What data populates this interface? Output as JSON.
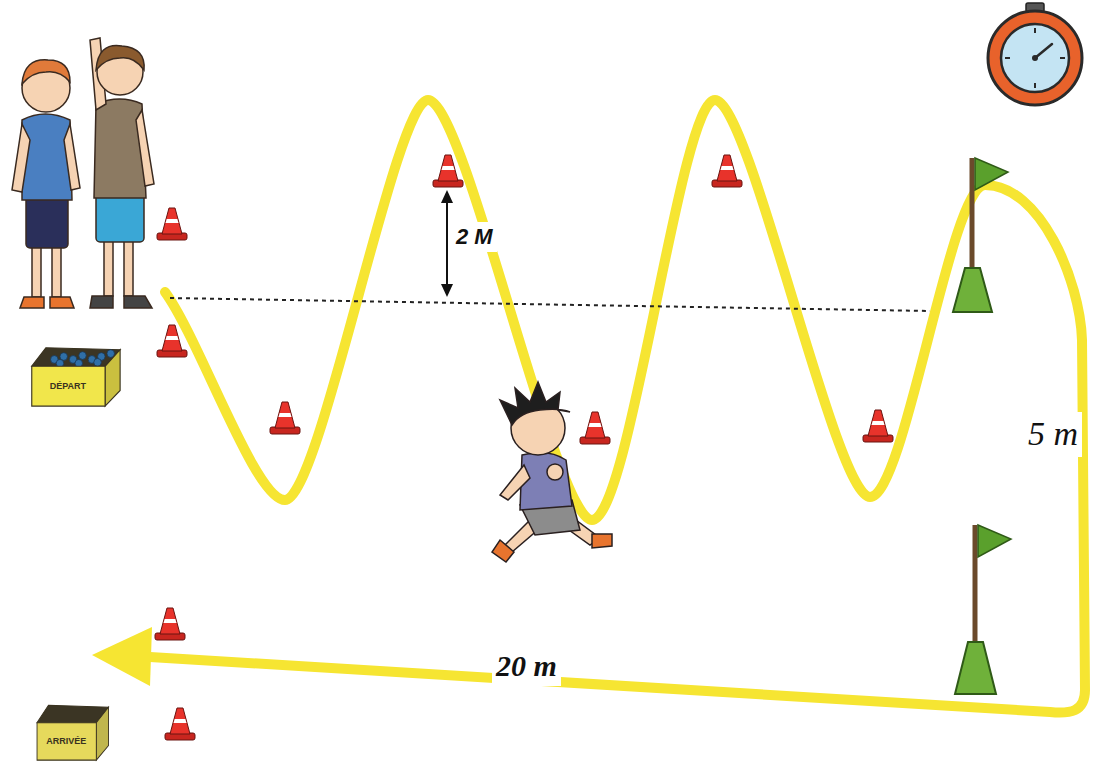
{
  "diagram": {
    "nodes": [
      {
        "text": [
          "DÉPART"
        ]
      },
      {
        "text": [
          "ARRIVÉE"
        ]
      }
    ],
    "labels": [
      "2 M",
      "5 m",
      "20 m"
    ]
  }
}
